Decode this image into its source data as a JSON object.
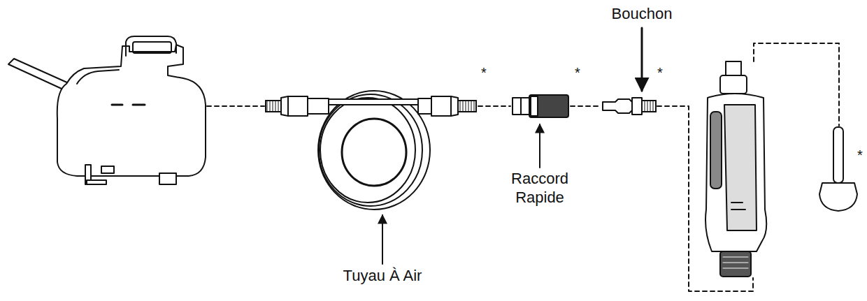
{
  "diagram": {
    "labels": [
      "Bouchon",
      "Raccord Rapide",
      "Tuyau À Air",
      "*",
      "*",
      "*",
      "*"
    ]
  }
}
